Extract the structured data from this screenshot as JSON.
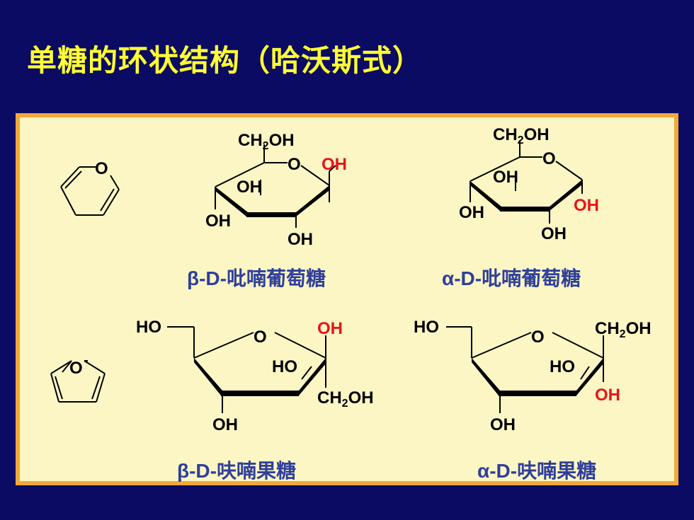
{
  "slide": {
    "title": "单糖的环状结构（哈沃斯式）"
  },
  "colors": {
    "background": "#0b0b63",
    "title": "#ffff33",
    "panel": "#fbf6c4",
    "panel_border": "#f2a93b",
    "caption": "#2f3f9a",
    "highlight": "#e8141b",
    "bond": "#000000"
  },
  "rings": {
    "pyran_o": "O",
    "furan_o": "O"
  },
  "beta_glucopyranose": {
    "caption": "β-D-吡喃葡萄糖",
    "ch2oh": "CH2OH",
    "ring_o": "O",
    "anomeric_oh": "OH",
    "oh_c4": "OH",
    "oh_c3": "OH",
    "oh_c2": "OH"
  },
  "alpha_glucopyranose": {
    "caption": "α-D-吡喃葡萄糖",
    "ch2oh": "CH2OH",
    "ring_o": "O",
    "oh_c3": "OH",
    "oh_c4": "OH",
    "anomeric_oh": "OH",
    "oh_c2": "OH"
  },
  "beta_fructofuranose": {
    "caption": "β-D-呋喃果糖",
    "ho_c6": "HO",
    "ring_o": "O",
    "anomeric_oh": "OH",
    "ho_c3": "HO",
    "ch2oh": "CH2OH",
    "oh_c4": "OH"
  },
  "alpha_fructofuranose": {
    "caption": "α-D-呋喃果糖",
    "ho_c6": "HO",
    "ring_o": "O",
    "ch2oh": "CH2OH",
    "ho_c3": "HO",
    "anomeric_oh": "OH",
    "oh_c4": "OH"
  }
}
